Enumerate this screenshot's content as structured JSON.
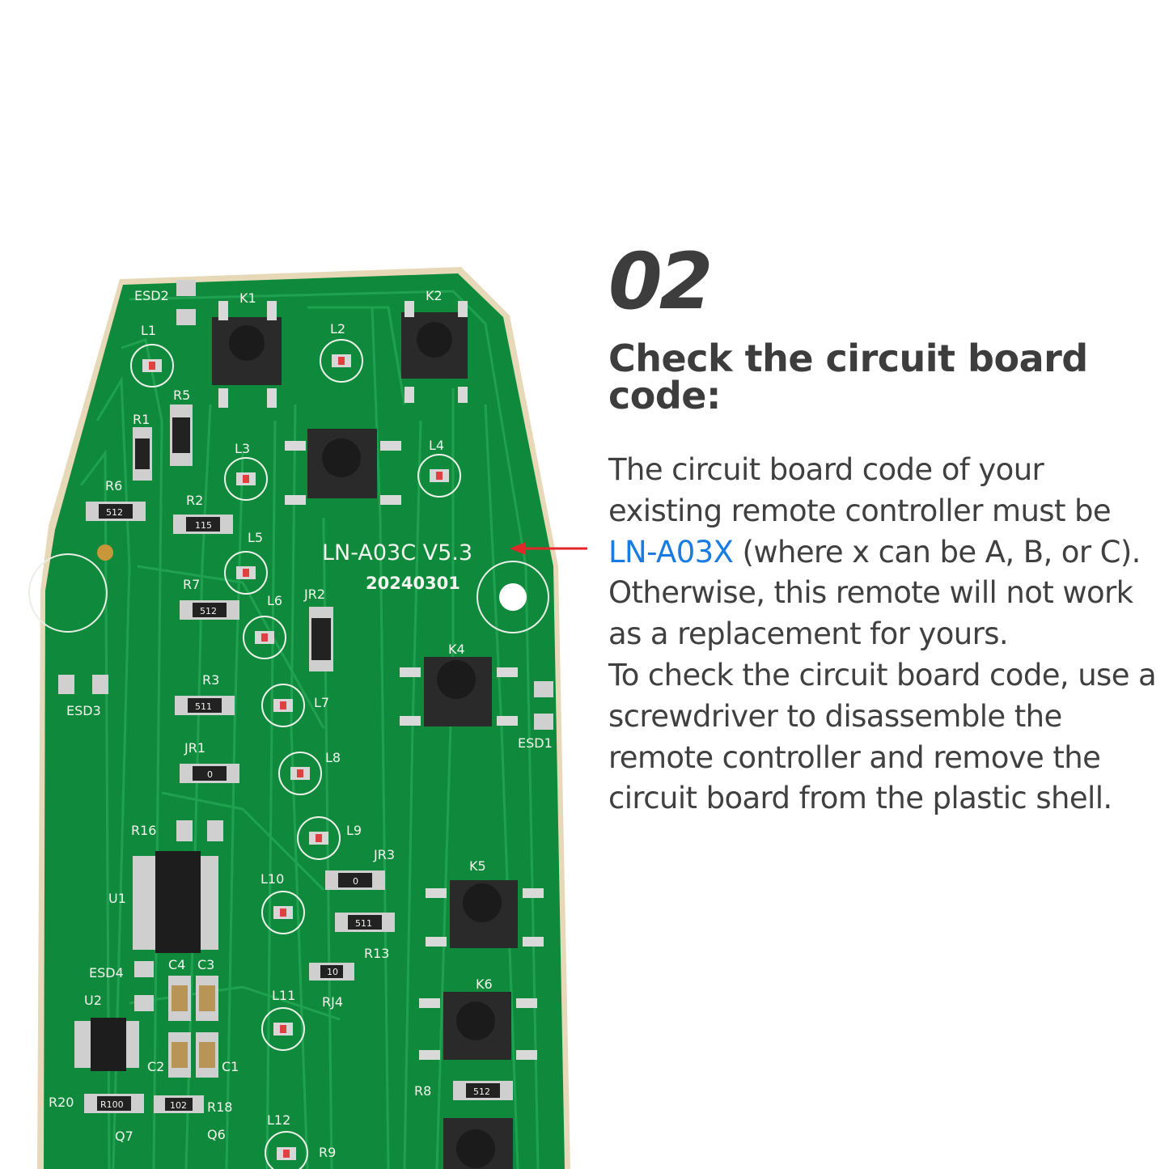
{
  "step": {
    "number": "02",
    "heading": "Check the circuit board code:"
  },
  "instructions": {
    "p1_before": "The circuit board code of your existing remote controller must be ",
    "p1_code": "LN-A03X",
    "p1_after": " (where x can be A, B, or C). Otherwise, this remote will not work as a replacement for yours.",
    "p2": "To check the circuit board code, use a screwdriver to disassemble the remote controller and remove the circuit board from the plastic shell."
  },
  "board": {
    "code_label": "LN-A03C V5.3",
    "date_label": "20240301",
    "silkscreen": {
      "esd2": "ESD2",
      "esd1": "ESD1",
      "esd3": "ESD3",
      "esd4": "ESD4",
      "k1": "K1",
      "k2": "K2",
      "k4": "K4",
      "k5": "K5",
      "k6": "K6",
      "l1": "L1",
      "l2": "L2",
      "l3": "L3",
      "l4": "L4",
      "l5": "L5",
      "l6": "L6",
      "l7": "L7",
      "l8": "L8",
      "l9": "L9",
      "l10": "L10",
      "l11": "L11",
      "l12": "L12",
      "r1": "R1",
      "r2": "R2",
      "r3": "R3",
      "r5": "R5",
      "r6": "R6",
      "r7": "R7",
      "r8": "R8",
      "r9": "R9",
      "r13": "R13",
      "r16": "R16",
      "r18": "R18",
      "r20": "R20",
      "jr1": "JR1",
      "jr2": "JR2",
      "jr3": "JR3",
      "rj4": "RJ4",
      "u1": "U1",
      "u2": "U2",
      "c1": "C1",
      "c2": "C2",
      "c3": "C3",
      "c4": "C4",
      "q6": "Q6",
      "q7": "Q7"
    },
    "component_codes": {
      "c511": "511",
      "c512": "512",
      "c115": "115",
      "c0": "0",
      "c102": "102",
      "cR100": "R100",
      "c10": "10"
    }
  },
  "colors": {
    "pcb_green": "#0f8a3c",
    "trace_green": "#21a150",
    "heading_text": "#3d3d3d",
    "highlight_blue": "#1a7ce0",
    "arrow_red": "#e3262a"
  }
}
